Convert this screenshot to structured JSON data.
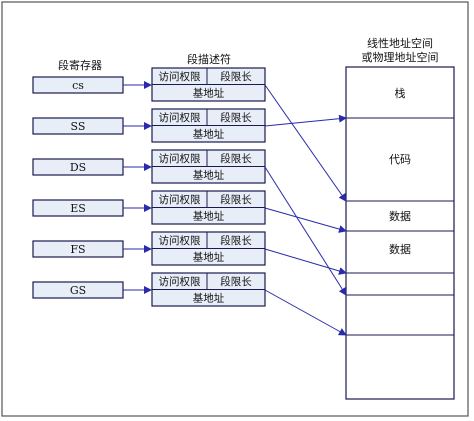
{
  "headers": {
    "registers": "段寄存器",
    "descriptors": "段描述符",
    "address_space_line1": "线性地址空间",
    "address_space_line2": "或物理地址空间"
  },
  "registers": [
    "cs",
    "SS",
    "DS",
    "ES",
    "FS",
    "GS"
  ],
  "descriptor": {
    "access": "访问权限",
    "limit": "段限长",
    "base": "基地址"
  },
  "memory_segments": [
    "栈",
    "",
    "代码",
    "数据",
    "数据",
    "",
    "",
    "",
    ""
  ],
  "colors": {
    "box_fill": "#e8eef8",
    "border": "#1a1a4e",
    "arrow": "#2a2aaa",
    "outer": "#555555"
  }
}
